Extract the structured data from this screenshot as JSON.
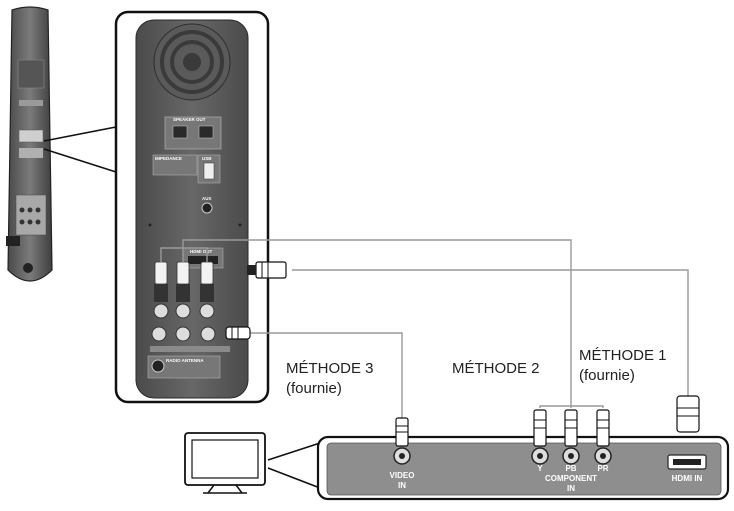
{
  "labels": {
    "method3": "MÉTHODE 3",
    "method3_note": "(fournie)",
    "method2": "MÉTHODE 2",
    "method1": "MÉTHODE 1",
    "method1_note": "(fournie)"
  },
  "tv_ports": {
    "video_line1": "VIDEO",
    "video_line2": "IN",
    "component_line1": "COMPONENT",
    "component_line2": "IN",
    "component_sub": [
      "Y",
      "PB",
      "PR"
    ],
    "hdmi": "HDMI IN"
  },
  "panel_labels": {
    "speaker_out": "SPEAKER OUT",
    "impedance": "IMPEDANCE",
    "usb": "USB",
    "aux": "AUX",
    "hdmi_out": "HDMI OUT",
    "radio_antenna": "RADIO ANTENNA"
  },
  "colors": {
    "panel_dark": "#3d3d3d",
    "panel_mid": "#6a6a6a",
    "tv_bar": "#8e8e8e",
    "cable": "#9a9a9a",
    "outline": "#111111"
  }
}
